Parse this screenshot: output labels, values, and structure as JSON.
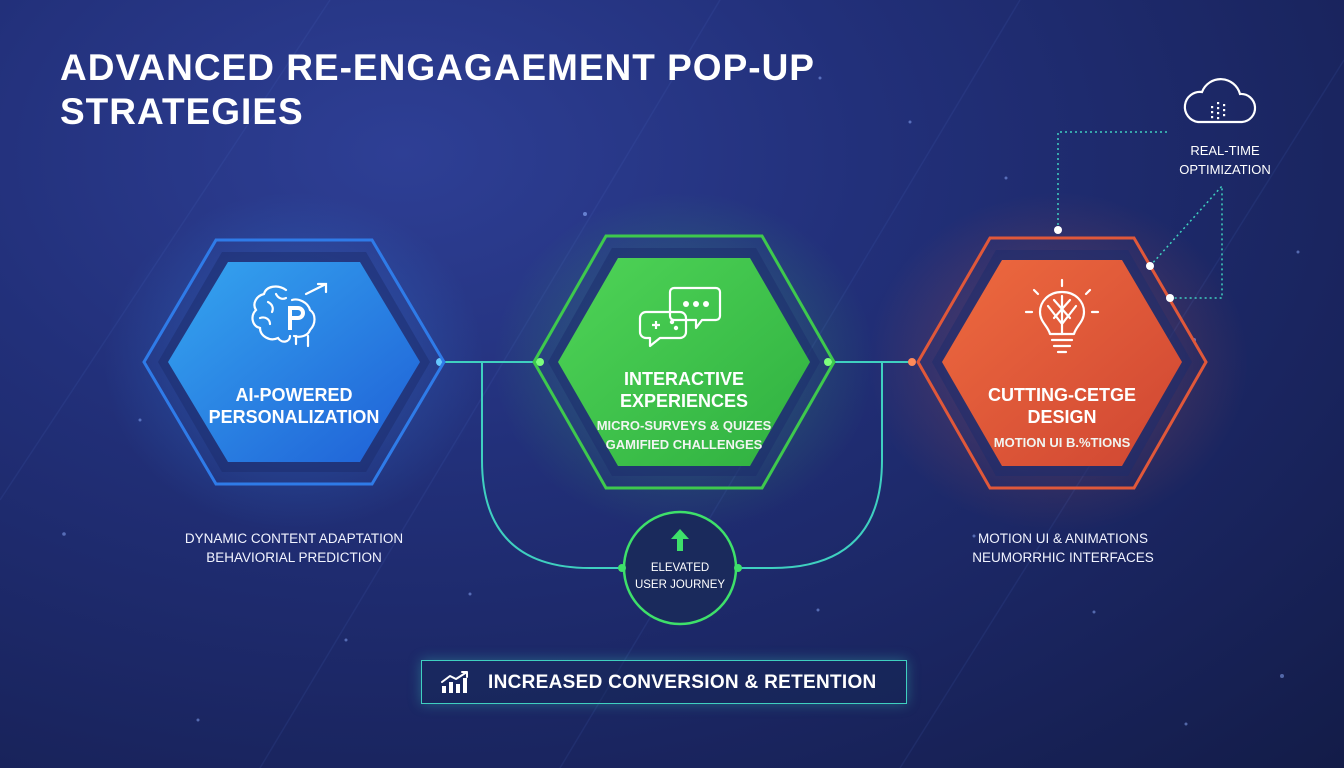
{
  "title": {
    "line1": "ADVANCED RE-ENGAGAEMENT POP-UP",
    "line2": "STRATEGIES"
  },
  "hexagons": [
    {
      "title_line1": "AI-POWERED",
      "title_line2": "PERSONALIZATION",
      "icon": "brain-icon",
      "color": "#2b7be6",
      "below_line1": "DYNAMIC CONTENT ADAPTATION",
      "below_line2": "BEHAVIORIAL PREDICTION"
    },
    {
      "title_line1": "INTERACTIVE",
      "title_line2": "EXPERIENCES",
      "icon": "chat-gamepad-icon",
      "color": "#3ec94d",
      "sub_line1": "MICRO-SURVEYS & QUIZES",
      "sub_line2": "GAMIFIED CHALLENGES"
    },
    {
      "title_line1": "CUTTING-CETGE",
      "title_line2": "DESIGN",
      "icon": "lightbulb-icon",
      "color": "#e0583a",
      "sub_line1": "MOTION UI B.%TIONS",
      "below_line1": "MOTION UI & ANIMATIONS",
      "below_line2": "NEUMORRHIC INTERFACES"
    }
  ],
  "cloud": {
    "icon": "cloud-icon",
    "label_line1": "REAL-TIME",
    "label_line2": "OPTIMIZATION"
  },
  "journey": {
    "icon": "arrow-up-icon",
    "line1": "ELEVATED",
    "line2": "USER JOURNEY"
  },
  "result": {
    "icon": "growth-chart-icon",
    "label": "INCREASED CONVERSION & RETENTION"
  },
  "colors": {
    "blue": "#2b7be6",
    "green": "#3ec94d",
    "orange": "#e0583a",
    "teal": "#3fd0c0",
    "background": "#1f2c6e"
  }
}
